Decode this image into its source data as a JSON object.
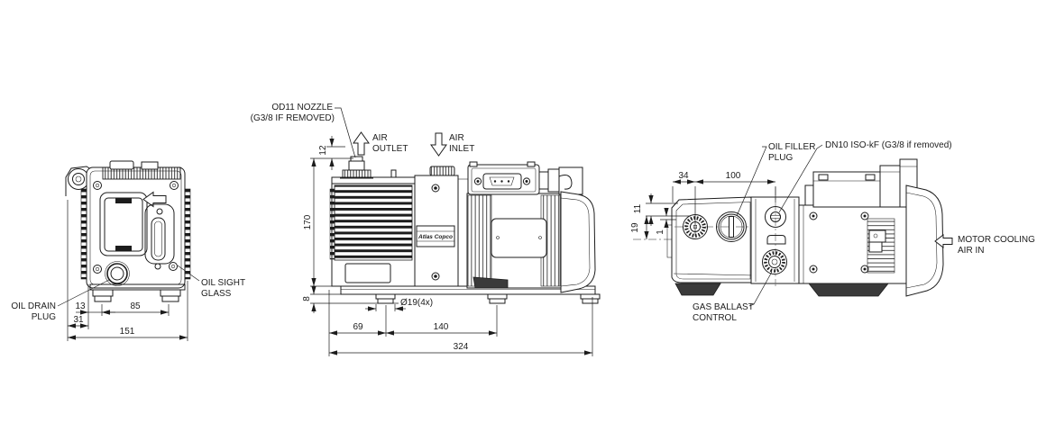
{
  "colors": {
    "line": "#1c1c1c",
    "background": "#ffffff",
    "dark_fill": "#3a3a3a",
    "centerline": "#6d6d6d"
  },
  "front_view": {
    "labels": {
      "oil_drain_plug": [
        "OIL DRAIN",
        "PLUG"
      ],
      "oil_sight_glass": [
        "OIL SIGHT",
        "GLASS"
      ]
    },
    "dims": {
      "d13": "13",
      "d85": "85",
      "d31": "31",
      "d151": "151"
    }
  },
  "side_view": {
    "labels": {
      "od11_nozzle": [
        "OD11 NOZZLE",
        "(G3/8 IF REMOVED)"
      ],
      "air_outlet": [
        "AIR",
        "OUTLET"
      ],
      "air_inlet": [
        "AIR",
        "INLET"
      ],
      "logo": "Atlas Copco"
    },
    "dims": {
      "d12": "12",
      "d170": "170",
      "d8": "8",
      "d19_4x": "Ø19(4x)",
      "d69": "69",
      "d140": "140",
      "d324": "324"
    }
  },
  "end_view": {
    "labels": {
      "oil_filler_plug": [
        "OIL FILLER",
        "PLUG"
      ],
      "dn10_port": "DN10 ISO-kF (G3/8 if removed)",
      "gas_ballast_control": [
        "GAS BALLAST",
        "CONTROL"
      ],
      "motor_cooling_air_in": [
        "MOTOR COOLING",
        "AIR IN"
      ]
    },
    "dims": {
      "d34": "34",
      "d100": "100",
      "d11": "11",
      "d19": "19",
      "d1": "1"
    }
  }
}
